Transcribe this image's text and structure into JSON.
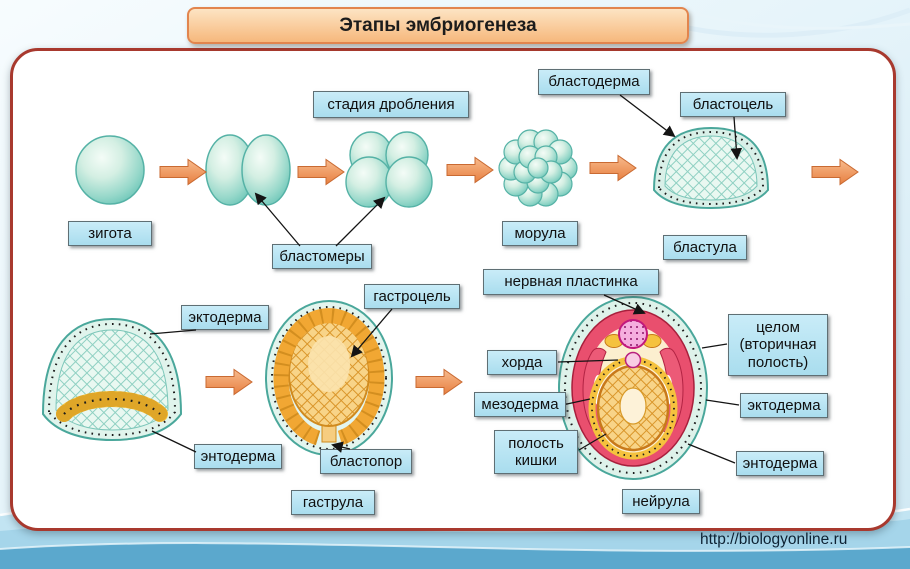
{
  "title": "Этапы эмбриогенеза",
  "footer_url": "http://biologyonline.ru",
  "colors": {
    "arrow_orange": "#ee8a4e",
    "label_blue": "#b7e5f2",
    "panel_border": "#a8392e",
    "cell_teal": "#7fcfc2",
    "yellow_endoderm": "#f5c23e",
    "orange_gastrula": "#f1a733",
    "red_mesoderm": "#e94f6e",
    "pink_neural": "#f2a0d0"
  },
  "stages": {
    "zygote": {
      "label": "зигота"
    },
    "cleavage": {
      "label": "стадия дробления"
    },
    "blastomeres": {
      "label": "бластомеры"
    },
    "morula": {
      "label": "морула"
    },
    "blastoderm": {
      "label": "бластодерма"
    },
    "blastocoel": {
      "label": "бластоцель"
    },
    "blastula": {
      "label": "бластула"
    },
    "ectoderm_left": {
      "label": "эктодерма"
    },
    "endoderm_left": {
      "label": "энтодерма"
    },
    "gastrocoel": {
      "label": "гастроцель"
    },
    "blastopore": {
      "label": "бластопор"
    },
    "gastrula": {
      "label": "гаструла"
    },
    "neural_plate": {
      "label": "нервная пластинка"
    },
    "notochord": {
      "label": "хорда"
    },
    "mesoderm": {
      "label": "мезодерма"
    },
    "gut_cavity": {
      "label": "полость кишки"
    },
    "coelom": {
      "label": "целом (вторичная полость)"
    },
    "ectoderm_right": {
      "label": "эктодерма"
    },
    "endoderm_right": {
      "label": "энтодерма"
    },
    "neurula": {
      "label": "нейрула"
    }
  }
}
